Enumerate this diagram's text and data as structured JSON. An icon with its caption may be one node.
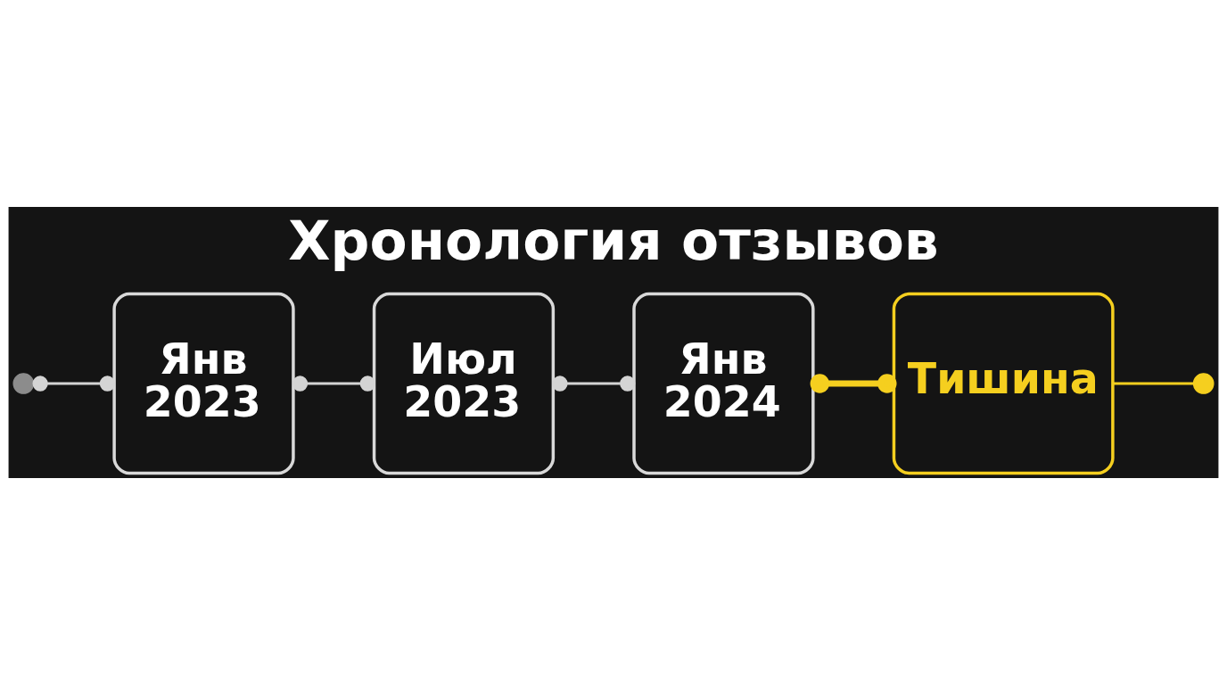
{
  "diagram": {
    "title": "Хронология отзывов",
    "nodes": [
      {
        "text": [],
        "shape": "circle"
      },
      {
        "text": [
          "Янв 2023"
        ]
      },
      {
        "text": [
          "Июл 2023"
        ]
      },
      {
        "text": [
          "Янв 2024"
        ]
      },
      {
        "text": [
          "Тишина"
        ]
      },
      {
        "text": [],
        "shape": "circle"
      }
    ],
    "edges": [
      {
        "from": 0,
        "to": 1,
        "arrow": "other"
      },
      {
        "from": 1,
        "to": 2,
        "arrow": "other"
      },
      {
        "from": 2,
        "to": 3,
        "arrow": "other"
      },
      {
        "from": 3,
        "to": 4,
        "arrow": "other",
        "style": "thick",
        "color": "#f5cf1f"
      },
      {
        "from": 4,
        "to": 5,
        "arrow": "none",
        "color": "#f5cf1f"
      }
    ]
  }
}
